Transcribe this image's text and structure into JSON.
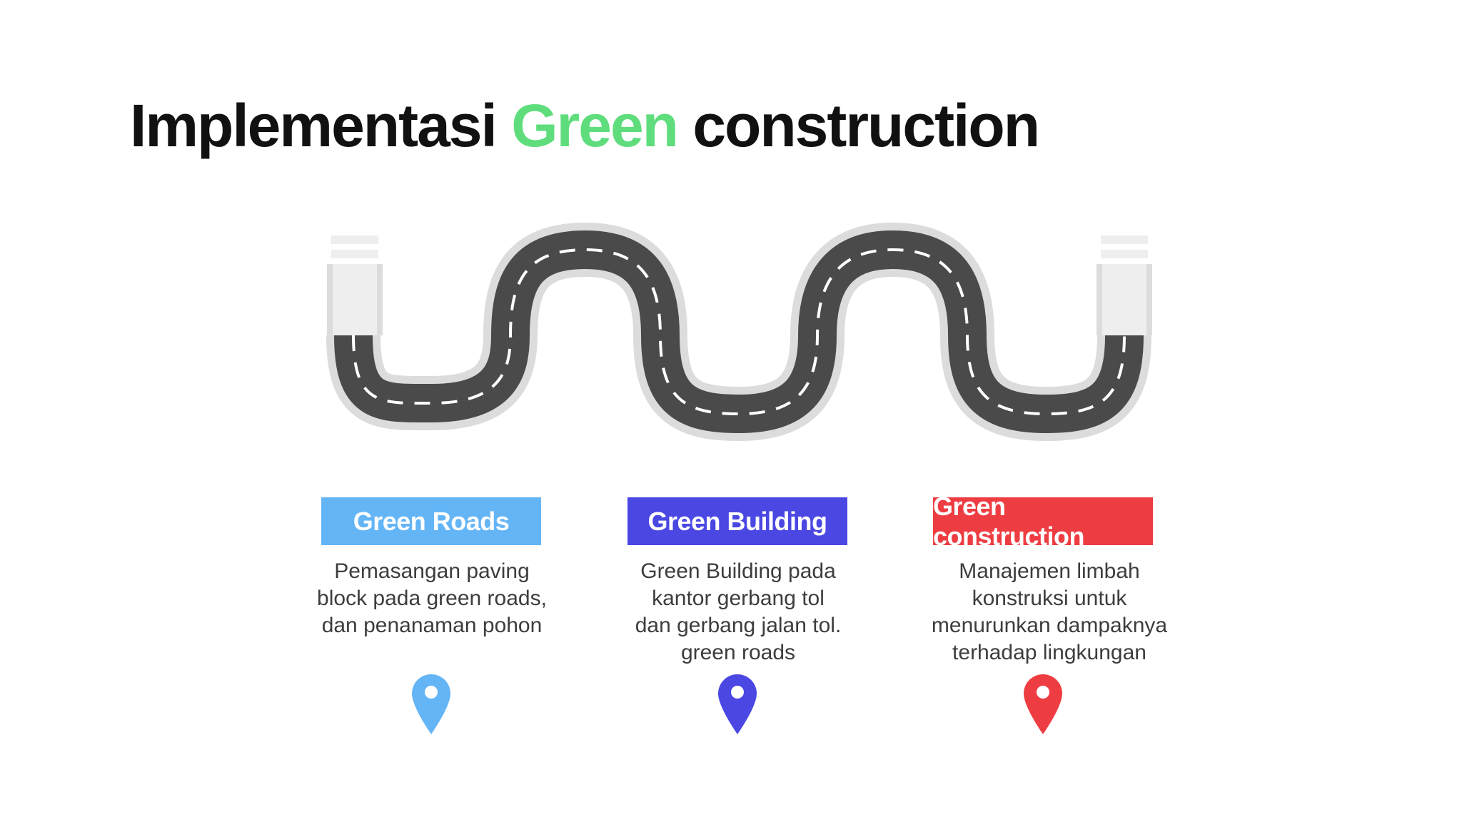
{
  "title": {
    "part1": "Implementasi ",
    "accent": "Green",
    "part2": " construction"
  },
  "colors": {
    "accent": "#5fdd7c",
    "road_dark": "#4a4a4a",
    "road_border": "#dcdcdc",
    "end_cap": "#eeeeee"
  },
  "items": [
    {
      "label": "Green Roads",
      "color": "#64b5f6",
      "description": [
        "Pemasangan paving",
        "block pada green roads,",
        "dan penanaman pohon"
      ]
    },
    {
      "label": "Green Building",
      "color": "#4a47e3",
      "description": [
        "Green Building pada",
        "kantor gerbang tol",
        "dan gerbang jalan tol.",
        "green roads"
      ]
    },
    {
      "label": "Green construction",
      "color": "#ee3d42",
      "description": [
        "Manajemen limbah",
        "konstruksi untuk",
        "menurunkan dampaknya",
        "terhadap lingkungan"
      ]
    }
  ]
}
